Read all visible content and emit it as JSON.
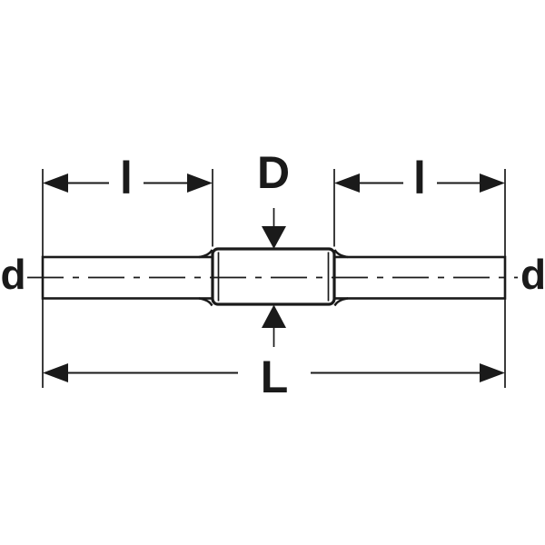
{
  "diagram": {
    "labels": {
      "dim_l_left": "l",
      "dim_D": "D",
      "dim_l_right": "l",
      "dim_d_left": "d",
      "dim_d_right": "d",
      "dim_L": "L"
    },
    "colors": {
      "line": "#1a1a1a",
      "background": "#ffffff"
    }
  }
}
